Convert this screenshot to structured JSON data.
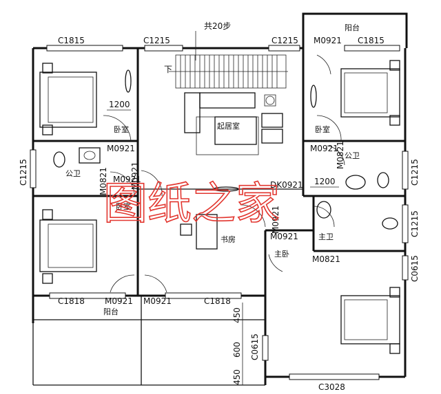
{
  "labels": {
    "stair_note": "共20步",
    "stair_down": "下",
    "dim_1200_left": "1200",
    "dim_1200_right": "1200",
    "dim_450_top": "450",
    "dim_600": "600",
    "dim_450_bottom": "450"
  },
  "windows": {
    "c1815_left": "C1815",
    "c1215_top_mid": "C1215",
    "c1215_top_right": "C1215",
    "c1815_right": "C1815",
    "c1215_left_side": "C1215",
    "c1215_right_side_1": "C1215",
    "c1215_right_side_2": "C1215",
    "c0615_right": "C0615",
    "c1818_left": "C1818",
    "c1818_mid": "C1818",
    "c0615_bottom": "C0615",
    "c3028": "C3028"
  },
  "doors": {
    "m0921_balcony": "M0921",
    "m0921_bed1": "M0921",
    "m0921_bed_right": "M0921",
    "m0821_bath_left": "M0821",
    "m0921_study_a": "M0921",
    "m0921_study_b": "M0921",
    "m0821_bath_right": "M0821",
    "dk0921": "DK0921",
    "m0921_master_a": "M0921",
    "m0921_master_b": "M0921",
    "m0821_master_bath": "M0821",
    "m0921_bottom_a": "M0921",
    "m0921_bottom_b": "M0921"
  },
  "rooms": {
    "balcony_top": "阳台",
    "bedroom_tl": "卧室",
    "bedroom_tr": "卧室",
    "bath_left": "公卫",
    "bath_right": "公卫",
    "bedroom_ml": "卧室",
    "living": "起居室",
    "study": "书房",
    "master_bed": "主卧",
    "master_bath": "主卫",
    "balcony_bottom": "阳台"
  },
  "watermark": "图纸之家"
}
